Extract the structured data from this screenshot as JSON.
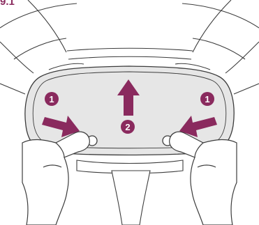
{
  "corner_label": "9.1",
  "step_markers": [
    "1",
    "2",
    "1"
  ],
  "colors": {
    "accent": "#8a2a5e",
    "panel_fill": "#e6e6e6",
    "line": "#3c3c3c",
    "background": "#ffffff"
  },
  "icons": [
    "left-push-arrow",
    "up-lift-arrow",
    "right-push-arrow",
    "left-hand",
    "right-hand",
    "release-button"
  ]
}
